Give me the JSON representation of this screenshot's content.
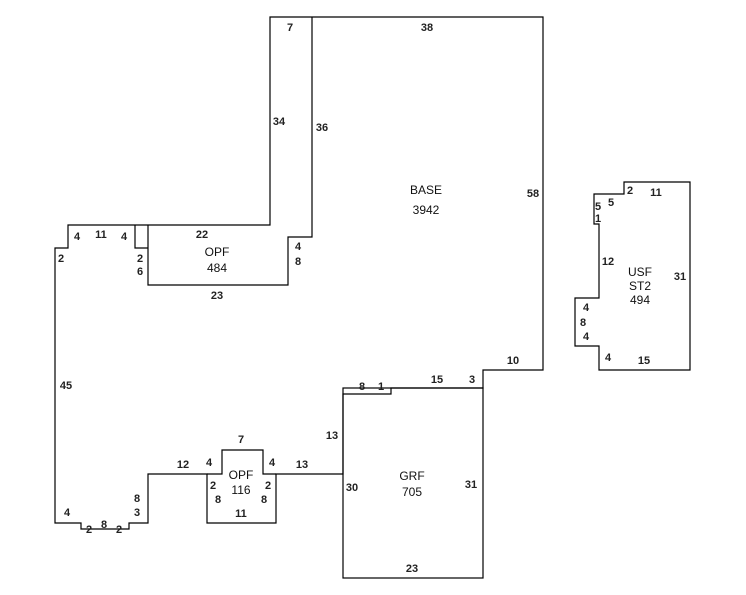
{
  "sketch": {
    "areas": {
      "base": {
        "name": "BASE",
        "value": "3942"
      },
      "opf_top": {
        "name": "OPF",
        "value": "484"
      },
      "opf_bottom": {
        "name": "OPF",
        "value": "116"
      },
      "grf": {
        "name": "GRF",
        "value": "705"
      },
      "usf": {
        "name": "USF",
        "sub": "ST2",
        "value": "494"
      }
    },
    "dimensions": {
      "base_top": "38",
      "base_right": "58",
      "base_step_10": "10",
      "base_step_3": "3",
      "base_step_15": "15",
      "base_step_1": "1",
      "base_step_8": "8",
      "strip_top": "7",
      "strip_left": "34",
      "strip_right": "36",
      "opf_top_22": "22",
      "opf_top_4a": "4",
      "opf_top_8": "8",
      "opf_top_23": "23",
      "opf_top_6": "6",
      "opf_top_2": "2",
      "left_4": "4",
      "left_11": "11",
      "left_4b": "4",
      "left_2": "2",
      "left_45": "45",
      "bot_4": "4",
      "bot_2a": "2",
      "bot_8": "8",
      "bot_2b": "2",
      "bot_8v": "8",
      "bot_3": "3",
      "bot_12": "12",
      "bot_4l": "4",
      "bot_7": "7",
      "bot_4r": "4",
      "bot_13": "13",
      "opf_b_2l": "2",
      "opf_b_8l": "8",
      "opf_b_2r": "2",
      "opf_b_8r": "8",
      "opf_b_11": "11",
      "grf_13": "13",
      "grf_30": "30",
      "grf_31": "31",
      "grf_23": "23",
      "usf_2": "2",
      "usf_11": "11",
      "usf_5a": "5",
      "usf_5b": "5",
      "usf_1": "1",
      "usf_12": "12",
      "usf_31": "31",
      "usf_4a": "4",
      "usf_8": "8",
      "usf_4b": "4",
      "usf_4c": "4",
      "usf_15": "15"
    }
  }
}
